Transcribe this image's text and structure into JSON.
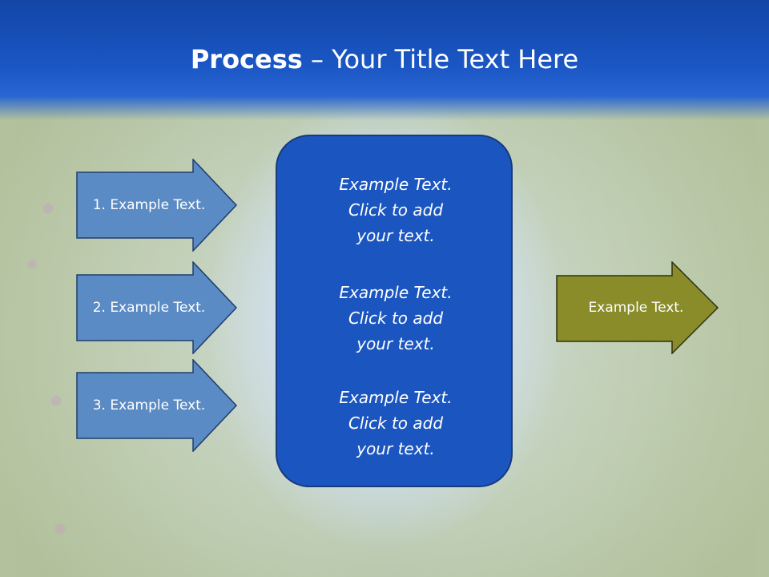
{
  "slide": {
    "title_bold": "Process",
    "title_rest": " – Your Title Text Here"
  },
  "left_arrows": [
    {
      "label": "1. Example Text."
    },
    {
      "label": "2. Example Text."
    },
    {
      "label": "3. Example Text."
    }
  ],
  "center_box": {
    "blocks": [
      {
        "line1": "Example Text.",
        "line2": "Click  to add",
        "line3": "your text."
      },
      {
        "line1": "Example Text.",
        "line2": "Click  to add",
        "line3": "your text."
      },
      {
        "line1": "Example Text.",
        "line2": "Click  to add",
        "line3": "your text."
      }
    ]
  },
  "right_arrow": {
    "label": "Example Text."
  },
  "colors": {
    "header": "#1a56c4",
    "left_arrow_fill": "#5b8bc4",
    "center_box_fill": "#1b56c0",
    "right_arrow_fill": "#8a8c2a"
  }
}
